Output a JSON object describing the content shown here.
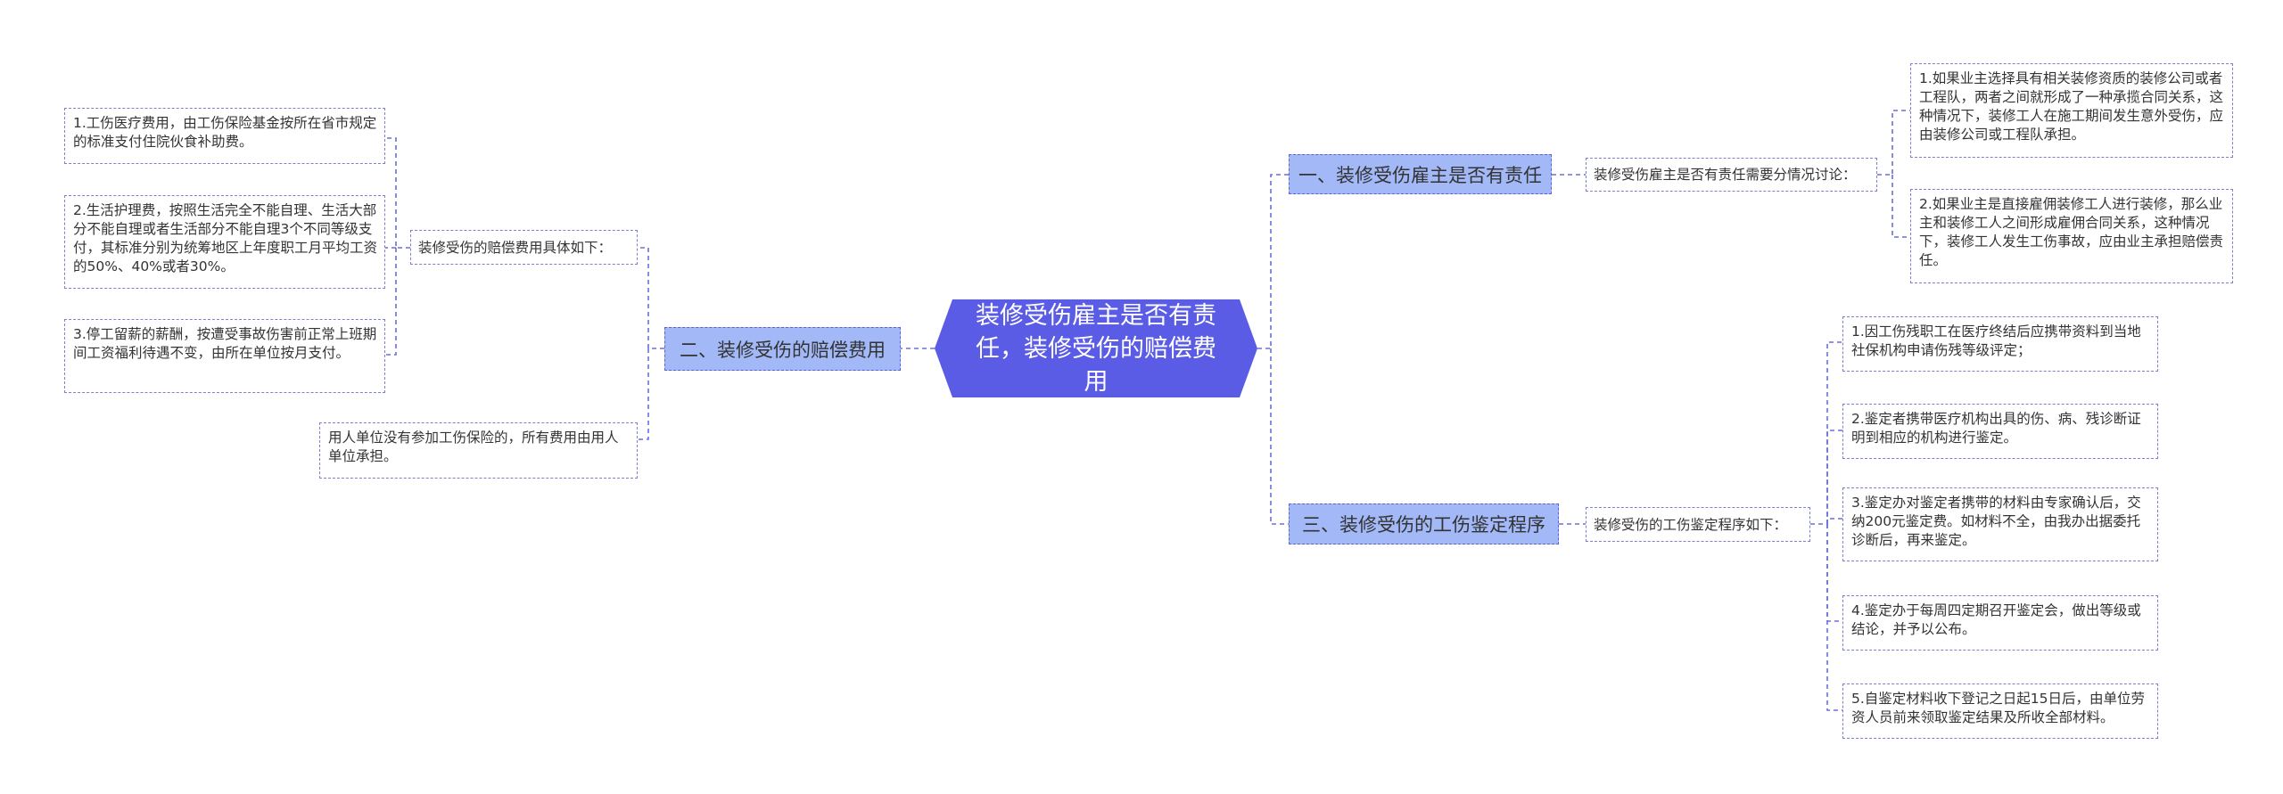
{
  "root": {
    "title": "装修受伤雇主是否有责任，装修受伤的赔偿费用"
  },
  "branches": {
    "b1": {
      "label": "一、装修受伤雇主是否有责任",
      "sub": "装修受伤雇主是否有责任需要分情况讨论：",
      "leaves": [
        "1.如果业主选择具有相关装修资质的装修公司或者工程队，两者之间就形成了一种承揽合同关系，这种情况下，装修工人在施工期间发生意外受伤，应由装修公司或工程队承担。",
        "2.如果业主是直接雇佣装修工人进行装修，那么业主和装修工人之间形成雇佣合同关系，这种情况下，装修工人发生工伤事故，应由业主承担赔偿责任。"
      ]
    },
    "b2": {
      "label": "二、装修受伤的赔偿费用",
      "sub": "装修受伤的赔偿费用具体如下：",
      "leaves": [
        "1.工伤医疗费用，由工伤保险基金按所在省市规定的标准支付住院伙食补助费。",
        "2.生活护理费，按照生活完全不能自理、生活大部分不能自理或者生活部分不能自理3个不同等级支付，其标准分别为统筹地区上年度职工月平均工资的50%、40%或者30%。",
        "3.停工留薪的薪酬，按遭受事故伤害前正常上班期间工资福利待遇不变，由所在单位按月支付。"
      ],
      "extra": "用人单位没有参加工伤保险的，所有费用由用人单位承担。"
    },
    "b3": {
      "label": "三、装修受伤的工伤鉴定程序",
      "sub": "装修受伤的工伤鉴定程序如下：",
      "leaves": [
        "1.因工伤残职工在医疗终结后应携带资料到当地社保机构申请伤残等级评定；",
        "2.鉴定者携带医疗机构出具的伤、病、残诊断证明到相应的机构进行鉴定。",
        "3.鉴定办对鉴定者携带的材料由专家确认后，交纳200元鉴定费。如材料不全，由我办出据委托诊断后，再来鉴定。",
        "4.鉴定办于每周四定期召开鉴定会，做出等级或结论，并予以公布。",
        "5.自鉴定材料收下登记之日起15日后，由单位劳资人员前来领取鉴定结果及所收全部材料。"
      ]
    }
  },
  "colors": {
    "root": "#5b5ce6",
    "branch": "#a2b8f7",
    "line": "#6b6fd8"
  }
}
